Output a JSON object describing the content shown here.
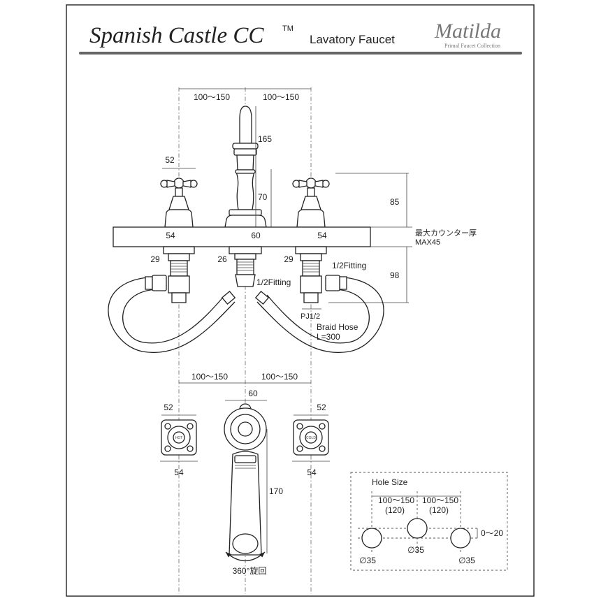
{
  "header": {
    "title": "Spanish Castle CC",
    "trademark": "TM",
    "subtitle": "Lavatory Faucet",
    "brand": "Matilda",
    "brand_tagline": "Primal Faucet Collection"
  },
  "elevation": {
    "spacing_left": "100～150",
    "spacing_right": "100～150",
    "handle_width": "52",
    "spout_height": "165",
    "spout_body": "70",
    "handle_height": "85",
    "left_base": "54",
    "center_base": "60",
    "right_base": "54",
    "counter_note": "最大カウンター厚",
    "counter_max": "MAX45",
    "left_shank": "29",
    "center_shank": "26",
    "right_shank": "29",
    "fitting_center": "1/2Fitting",
    "fitting_right": "1/2Fitting",
    "below_depth": "98",
    "pj": "PJ1/2",
    "hose_name": "Braid Hose",
    "hose_length": "L=300"
  },
  "plan": {
    "spacing_left": "100～150",
    "spacing_right": "100～150",
    "spout_width": "60",
    "handle_left_top": "52",
    "handle_right_top": "52",
    "handle_left_bottom": "54",
    "handle_right_bottom": "54",
    "spout_reach": "170",
    "rotation": "360°旋回",
    "hot_label": "HOT",
    "cold_label": "COLD"
  },
  "hole_size": {
    "title": "Hole Size",
    "left_spacing": "100～150",
    "left_spacing_std": "(120)",
    "right_spacing": "100～150",
    "right_spacing_std": "(120)",
    "offset": "0～20",
    "left_dia": "∅35",
    "center_dia": "∅35",
    "right_dia": "∅35"
  }
}
